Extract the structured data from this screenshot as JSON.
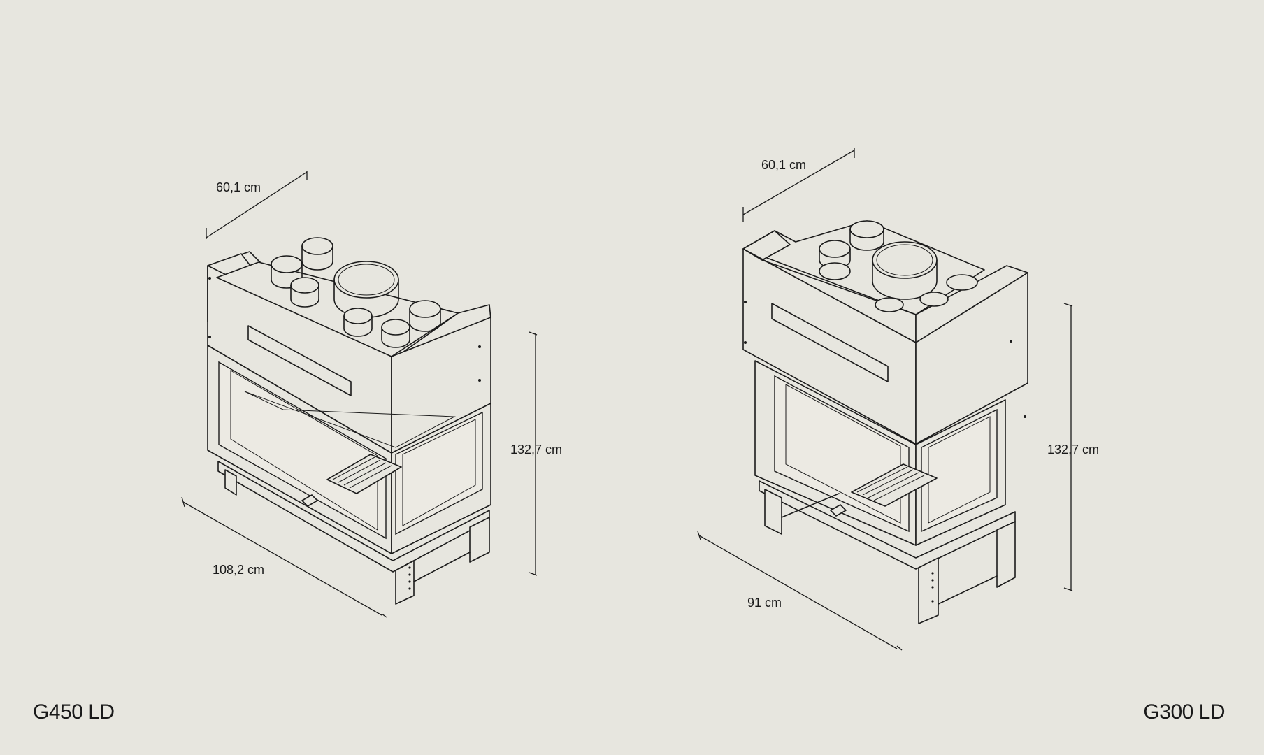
{
  "products": [
    {
      "model": "G450 LD",
      "dimensions": {
        "depth": "60,1 cm",
        "width": "108,2 cm",
        "height": "132,7 cm"
      }
    },
    {
      "model": "G300 LD",
      "dimensions": {
        "depth": "60,1 cm",
        "width": "91 cm",
        "height": "132,7 cm"
      }
    }
  ],
  "colors": {
    "background": "#e7e6df",
    "line": "#1b1b1b"
  }
}
